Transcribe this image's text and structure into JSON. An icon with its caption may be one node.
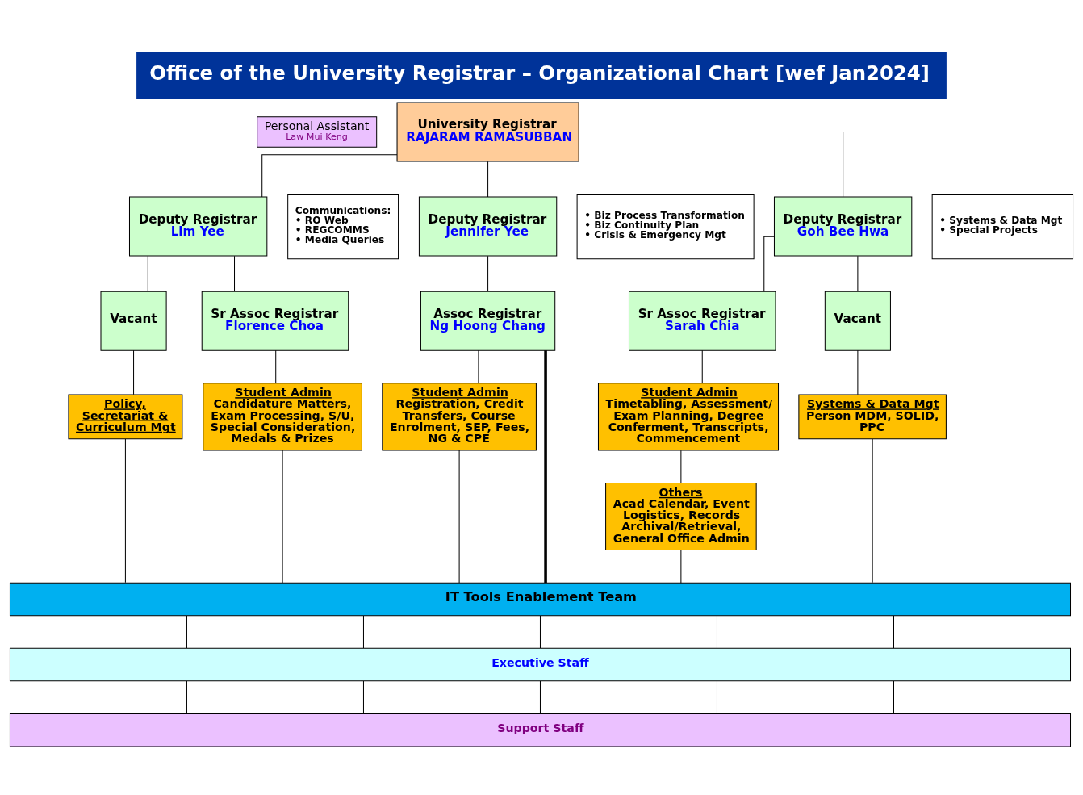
{
  "diagram": {
    "title": "Office of the University Registrar – Organizational Chart [wef Jan2024]",
    "nodes": [
      {
        "text": [
          "Personal Assistant",
          "Law Mui Keng"
        ]
      },
      {
        "text": [
          "University Registrar",
          "RAJARAM RAMASUBBAN"
        ]
      },
      {
        "text": [
          "Deputy Registrar",
          "Lim Yee"
        ]
      },
      {
        "text": [
          "Communications:",
          "• RO Web",
          "• REGCOMMS",
          "• Media Queries"
        ]
      },
      {
        "text": [
          "Deputy Registrar",
          "Jennifer Yee"
        ]
      },
      {
        "text": [
          "• Biz Process Transformation",
          "• Biz Continuity Plan",
          "• Crisis & Emergency Mgt"
        ]
      },
      {
        "text": [
          "Deputy Registrar",
          "Goh Bee Hwa"
        ]
      },
      {
        "text": [
          "• Systems & Data Mgt",
          "• Special Projects"
        ]
      },
      {
        "text": [
          "Vacant"
        ]
      },
      {
        "text": [
          "Sr Assoc Registrar",
          "Florence Choa"
        ]
      },
      {
        "text": [
          "Assoc Registrar",
          "Ng Hoong Chang"
        ]
      },
      {
        "text": [
          "Sr Assoc Registrar",
          "Sarah Chia"
        ]
      },
      {
        "text": [
          "Vacant"
        ]
      },
      {
        "text": [
          "Policy, Secretariat & Curriculum Mgt"
        ]
      },
      {
        "text": [
          "Student Admin",
          "Candidature Matters, Exam Processing, S/U, Special Consideration, Medals & Prizes"
        ]
      },
      {
        "text": [
          "Student Admin",
          "Registration, Credit Transfers, Course Enrolment, SEP, Fees, NG & CPE"
        ]
      },
      {
        "text": [
          "Student Admin",
          "Timetabling, Assessment/ Exam Planning, Degree Conferment, Transcripts, Commencement"
        ]
      },
      {
        "text": [
          "Others",
          "Acad Calendar, Event Logistics, Records Archival/Retrieval, General Office Admin"
        ]
      },
      {
        "text": [
          "Systems & Data Mgt",
          "Person MDM, SOLID, PPC"
        ]
      },
      {
        "text": [
          "IT Tools Enablement Team"
        ]
      },
      {
        "text": [
          "Executive Staff"
        ]
      },
      {
        "text": [
          "Support Staff"
        ]
      }
    ],
    "edges": [
      {
        "from": 0,
        "to": 1,
        "arrow": "none"
      },
      {
        "from": 1,
        "to": 2,
        "arrow": "none"
      },
      {
        "from": 1,
        "to": 4,
        "arrow": "none"
      },
      {
        "from": 1,
        "to": 6,
        "arrow": "none"
      },
      {
        "from": 2,
        "to": 8,
        "arrow": "none"
      },
      {
        "from": 2,
        "to": 9,
        "arrow": "none"
      },
      {
        "from": 4,
        "to": 10,
        "arrow": "none"
      },
      {
        "from": 6,
        "to": 11,
        "arrow": "none"
      },
      {
        "from": 6,
        "to": 12,
        "arrow": "none"
      },
      {
        "from": 8,
        "to": 13,
        "arrow": "none"
      },
      {
        "from": 9,
        "to": 14,
        "arrow": "none"
      },
      {
        "from": 10,
        "to": 15,
        "arrow": "none"
      },
      {
        "from": 11,
        "to": 16,
        "arrow": "none"
      },
      {
        "from": 16,
        "to": 17,
        "arrow": "none"
      },
      {
        "from": 12,
        "to": 18,
        "arrow": "none"
      },
      {
        "from": 13,
        "to": 19,
        "arrow": "none"
      },
      {
        "from": 14,
        "to": 19,
        "arrow": "none"
      },
      {
        "from": 15,
        "to": 19,
        "arrow": "none"
      },
      {
        "from": 10,
        "to": 19,
        "arrow": "none",
        "style": "thick"
      },
      {
        "from": 17,
        "to": 19,
        "arrow": "none"
      },
      {
        "from": 18,
        "to": 19,
        "arrow": "none"
      },
      {
        "from": 19,
        "to": 20,
        "arrow": "none"
      },
      {
        "from": 19,
        "to": 20,
        "arrow": "none"
      },
      {
        "from": 19,
        "to": 20,
        "arrow": "none"
      },
      {
        "from": 19,
        "to": 20,
        "arrow": "none"
      },
      {
        "from": 19,
        "to": 20,
        "arrow": "none"
      },
      {
        "from": 20,
        "to": 21,
        "arrow": "none"
      },
      {
        "from": 20,
        "to": 21,
        "arrow": "none"
      },
      {
        "from": 20,
        "to": 21,
        "arrow": "none"
      },
      {
        "from": 20,
        "to": 21,
        "arrow": "none"
      },
      {
        "from": 20,
        "to": 21,
        "arrow": "none"
      }
    ]
  }
}
